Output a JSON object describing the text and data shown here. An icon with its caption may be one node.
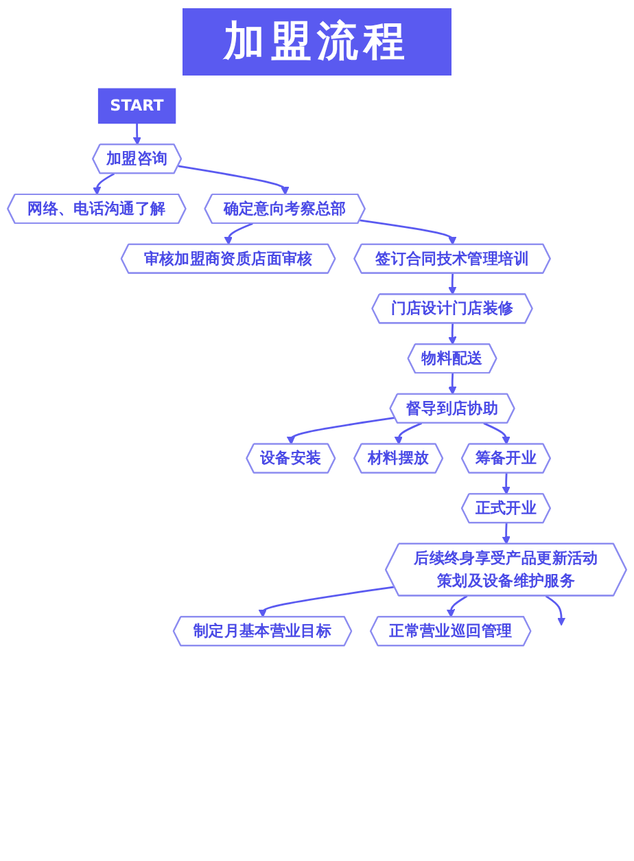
{
  "diagram": {
    "title": "加盟流程",
    "nodes": [
      {
        "text": [
          "START"
        ]
      },
      {
        "text": [
          "加盟咨询"
        ]
      },
      {
        "text": [
          "网络、电话沟通了解"
        ]
      },
      {
        "text": [
          "确定意向考察总部"
        ]
      },
      {
        "text": [
          "审核加盟商资质店面审核"
        ]
      },
      {
        "text": [
          "签订合同技术管理培训"
        ]
      },
      {
        "text": [
          "门店设计门店装修"
        ]
      },
      {
        "text": [
          "物料配送"
        ]
      },
      {
        "text": [
          "设备安装"
        ]
      },
      {
        "text": [
          "督导到店协助"
        ]
      },
      {
        "text": [
          "材料摆放"
        ]
      },
      {
        "text": [
          "筹备开业"
        ]
      },
      {
        "text": [
          "正式开业"
        ]
      },
      {
        "text": [
          "制定月基本营业目标"
        ]
      },
      {
        "text": [
          "后续终身享受产品更新活动策划及设备维护服务"
        ]
      },
      {
        "text": [
          "正常营业巡回管理"
        ]
      }
    ],
    "edges": [
      {
        "from": 0,
        "to": 1,
        "arrow": "to"
      },
      {
        "from": 1,
        "to": 2,
        "arrow": "to"
      },
      {
        "from": 1,
        "to": 3,
        "arrow": "to"
      },
      {
        "from": 3,
        "to": 4,
        "arrow": "to"
      },
      {
        "from": 3,
        "to": 5,
        "arrow": "to"
      },
      {
        "from": 5,
        "to": 6,
        "arrow": "to"
      },
      {
        "from": 6,
        "to": 7,
        "arrow": "to"
      },
      {
        "from": 7,
        "to": 9,
        "arrow": "to"
      },
      {
        "from": 9,
        "to": 8,
        "arrow": "to"
      },
      {
        "from": 9,
        "to": 10,
        "arrow": "to"
      },
      {
        "from": 9,
        "to": 11,
        "arrow": "to"
      },
      {
        "from": 11,
        "to": 12,
        "arrow": "to"
      },
      {
        "from": 12,
        "to": 14,
        "arrow": "to"
      },
      {
        "from": 14,
        "to": 13,
        "arrow": "to"
      },
      {
        "from": 14,
        "to": 15,
        "arrow": "to"
      },
      {
        "from": 14,
        "to": null,
        "arrow": "to"
      }
    ]
  }
}
